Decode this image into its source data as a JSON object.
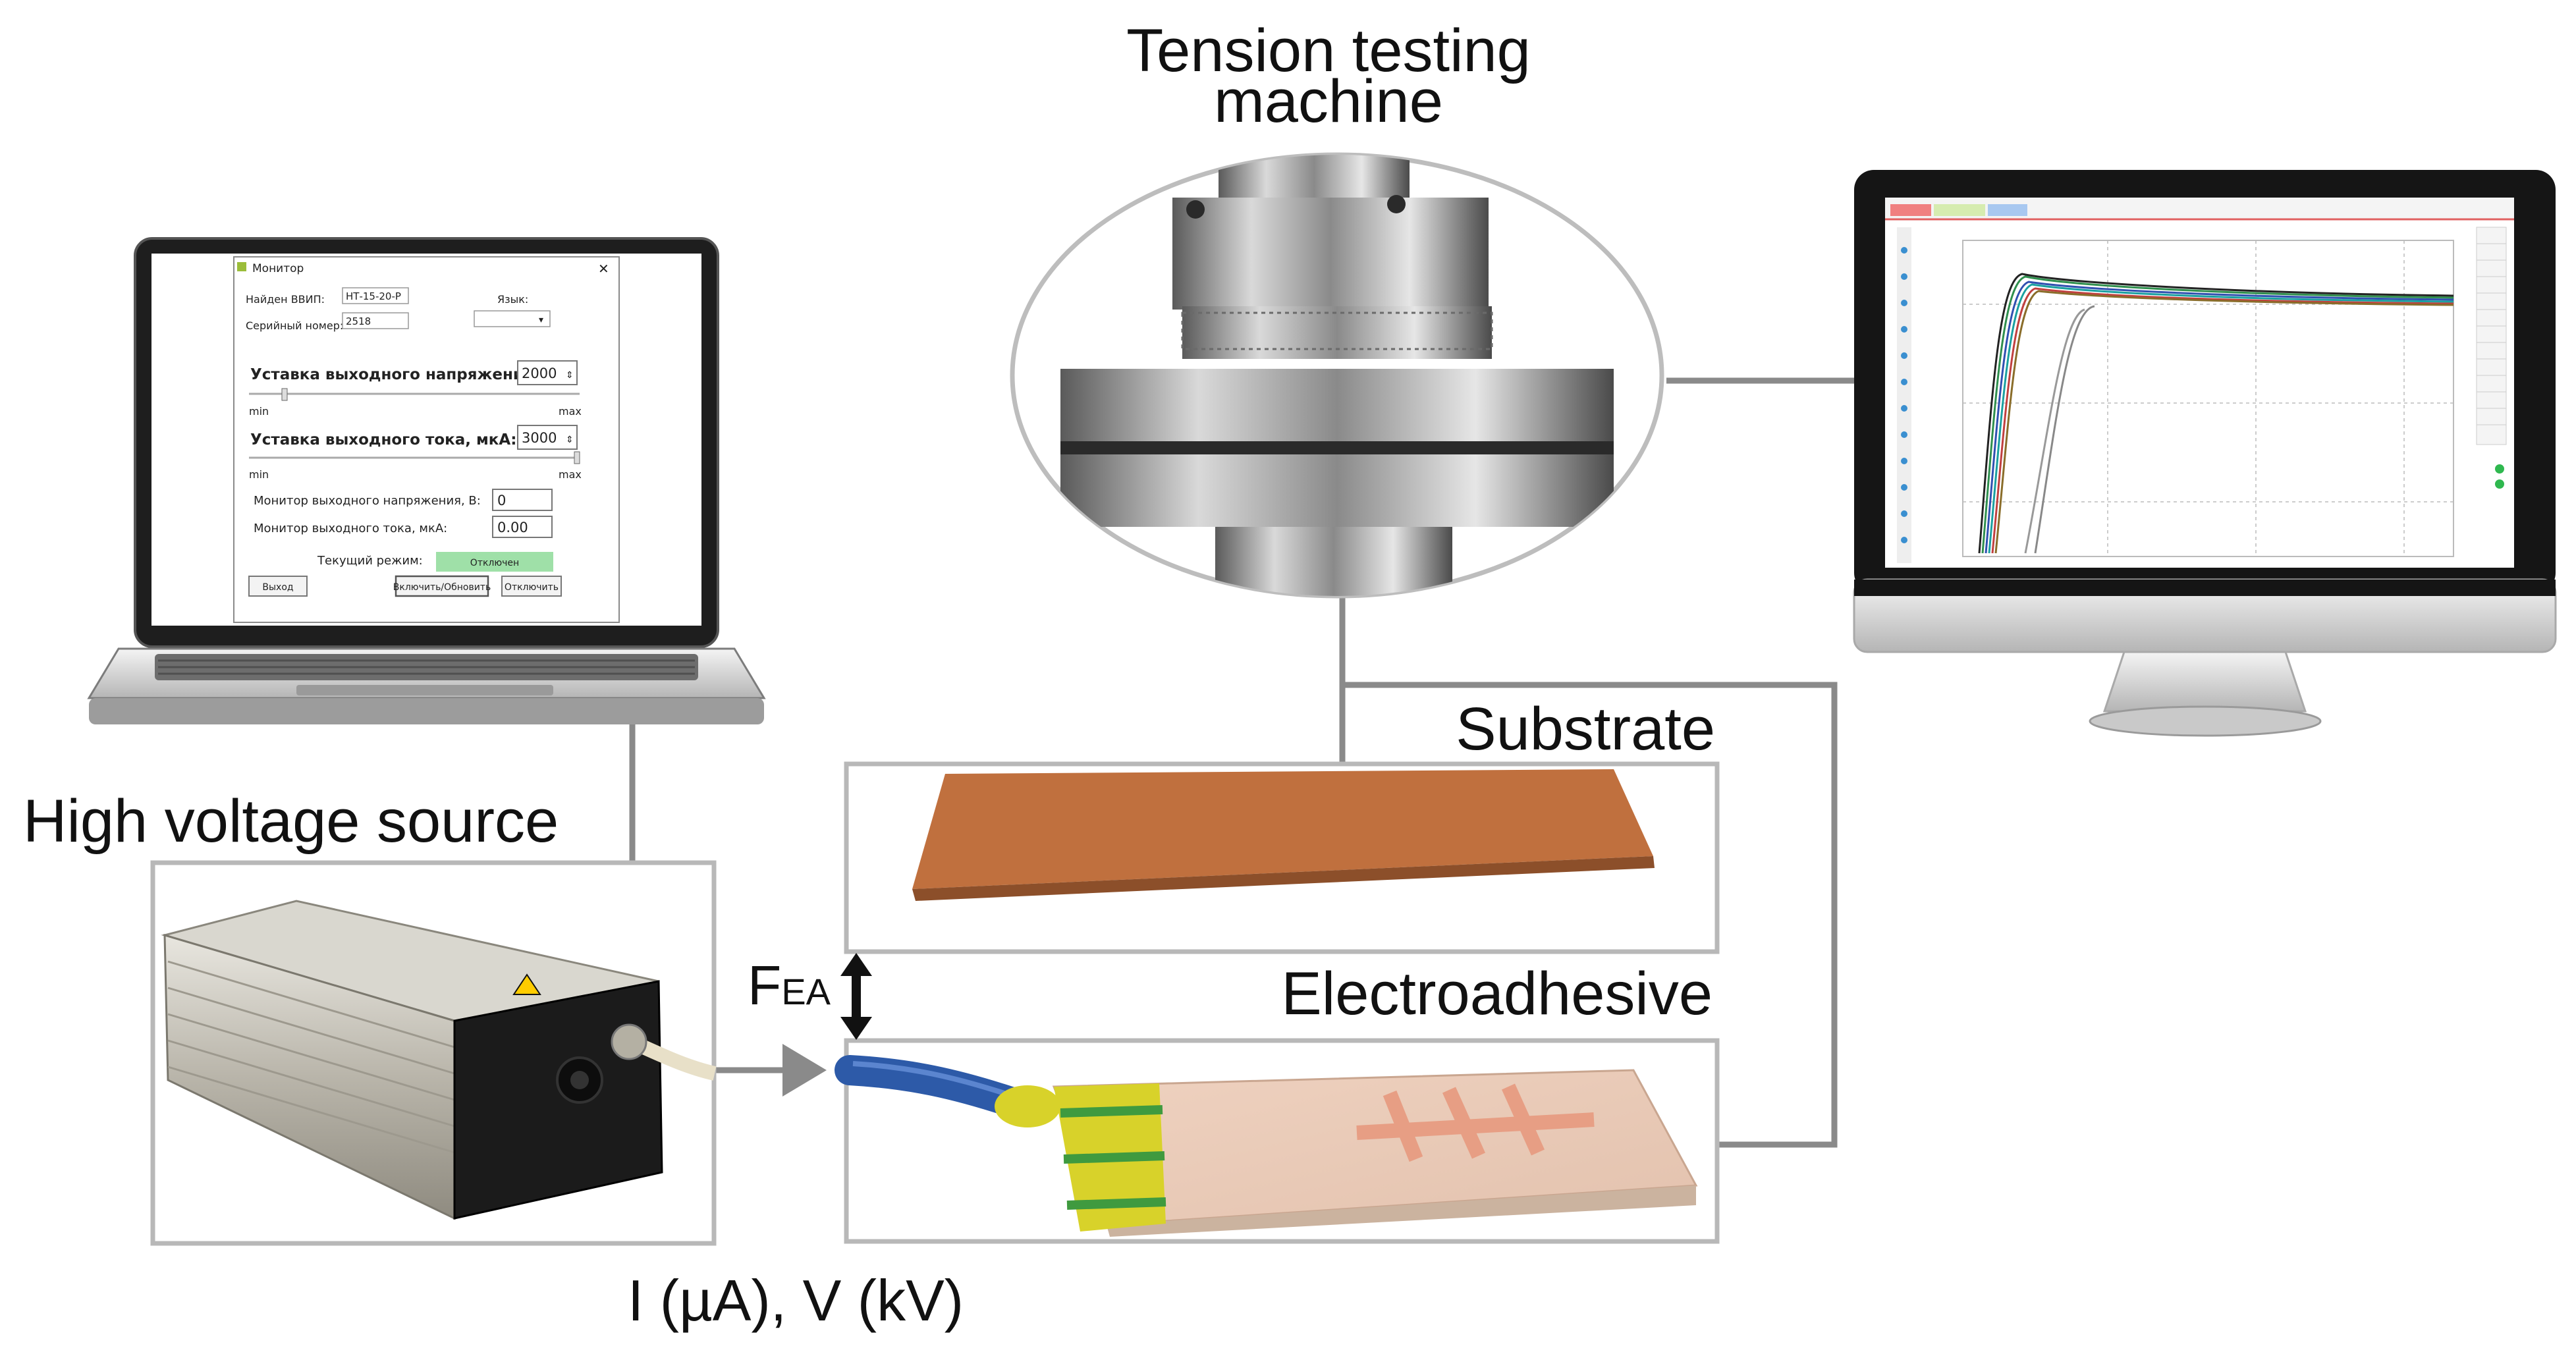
{
  "labels": {
    "tension_machine_line1": "Tension testing",
    "tension_machine_line2": "machine",
    "substrate": "Substrate",
    "electroadhesive": "Electroadhesive",
    "hv_source": "High voltage source",
    "force_main": "F",
    "force_sub": "EA",
    "measurements": "I (µA), V (kV)"
  },
  "laptop_app": {
    "window_title": "Монитор",
    "found_label": "Найден ВВИП:",
    "found_value": "НТ-15-20-Р",
    "language_label": "Язык:",
    "serial_label": "Серийный номер:",
    "serial_value": "2518",
    "voltage_setpoint_label": "Уставка выходного напряжения, В:",
    "voltage_setpoint_value": "2000",
    "current_setpoint_label": "Уставка выходного тока, мкА:",
    "current_setpoint_value": "3000",
    "slider_min": "min",
    "slider_max": "max",
    "voltage_monitor_label": "Монитор выходного напряжения, В:",
    "voltage_monitor_value": "0",
    "current_monitor_label": "Монитор выходного тока, мкА:",
    "current_monitor_value": "0.00",
    "mode_label": "Текущий режим:",
    "mode_value": "Отключен",
    "exit_button": "Выход",
    "enable_button": "Включить/Обновить",
    "disable_button": "Отключить"
  },
  "colors": {
    "connector": "#8a8a8a",
    "box_border": "#b8b8b8",
    "arrow": "#111111",
    "substrate": "#c0703e",
    "cable": "#2d5aa8",
    "earth_tape": "#d8d22a",
    "status_green": "#9fe0a8"
  }
}
